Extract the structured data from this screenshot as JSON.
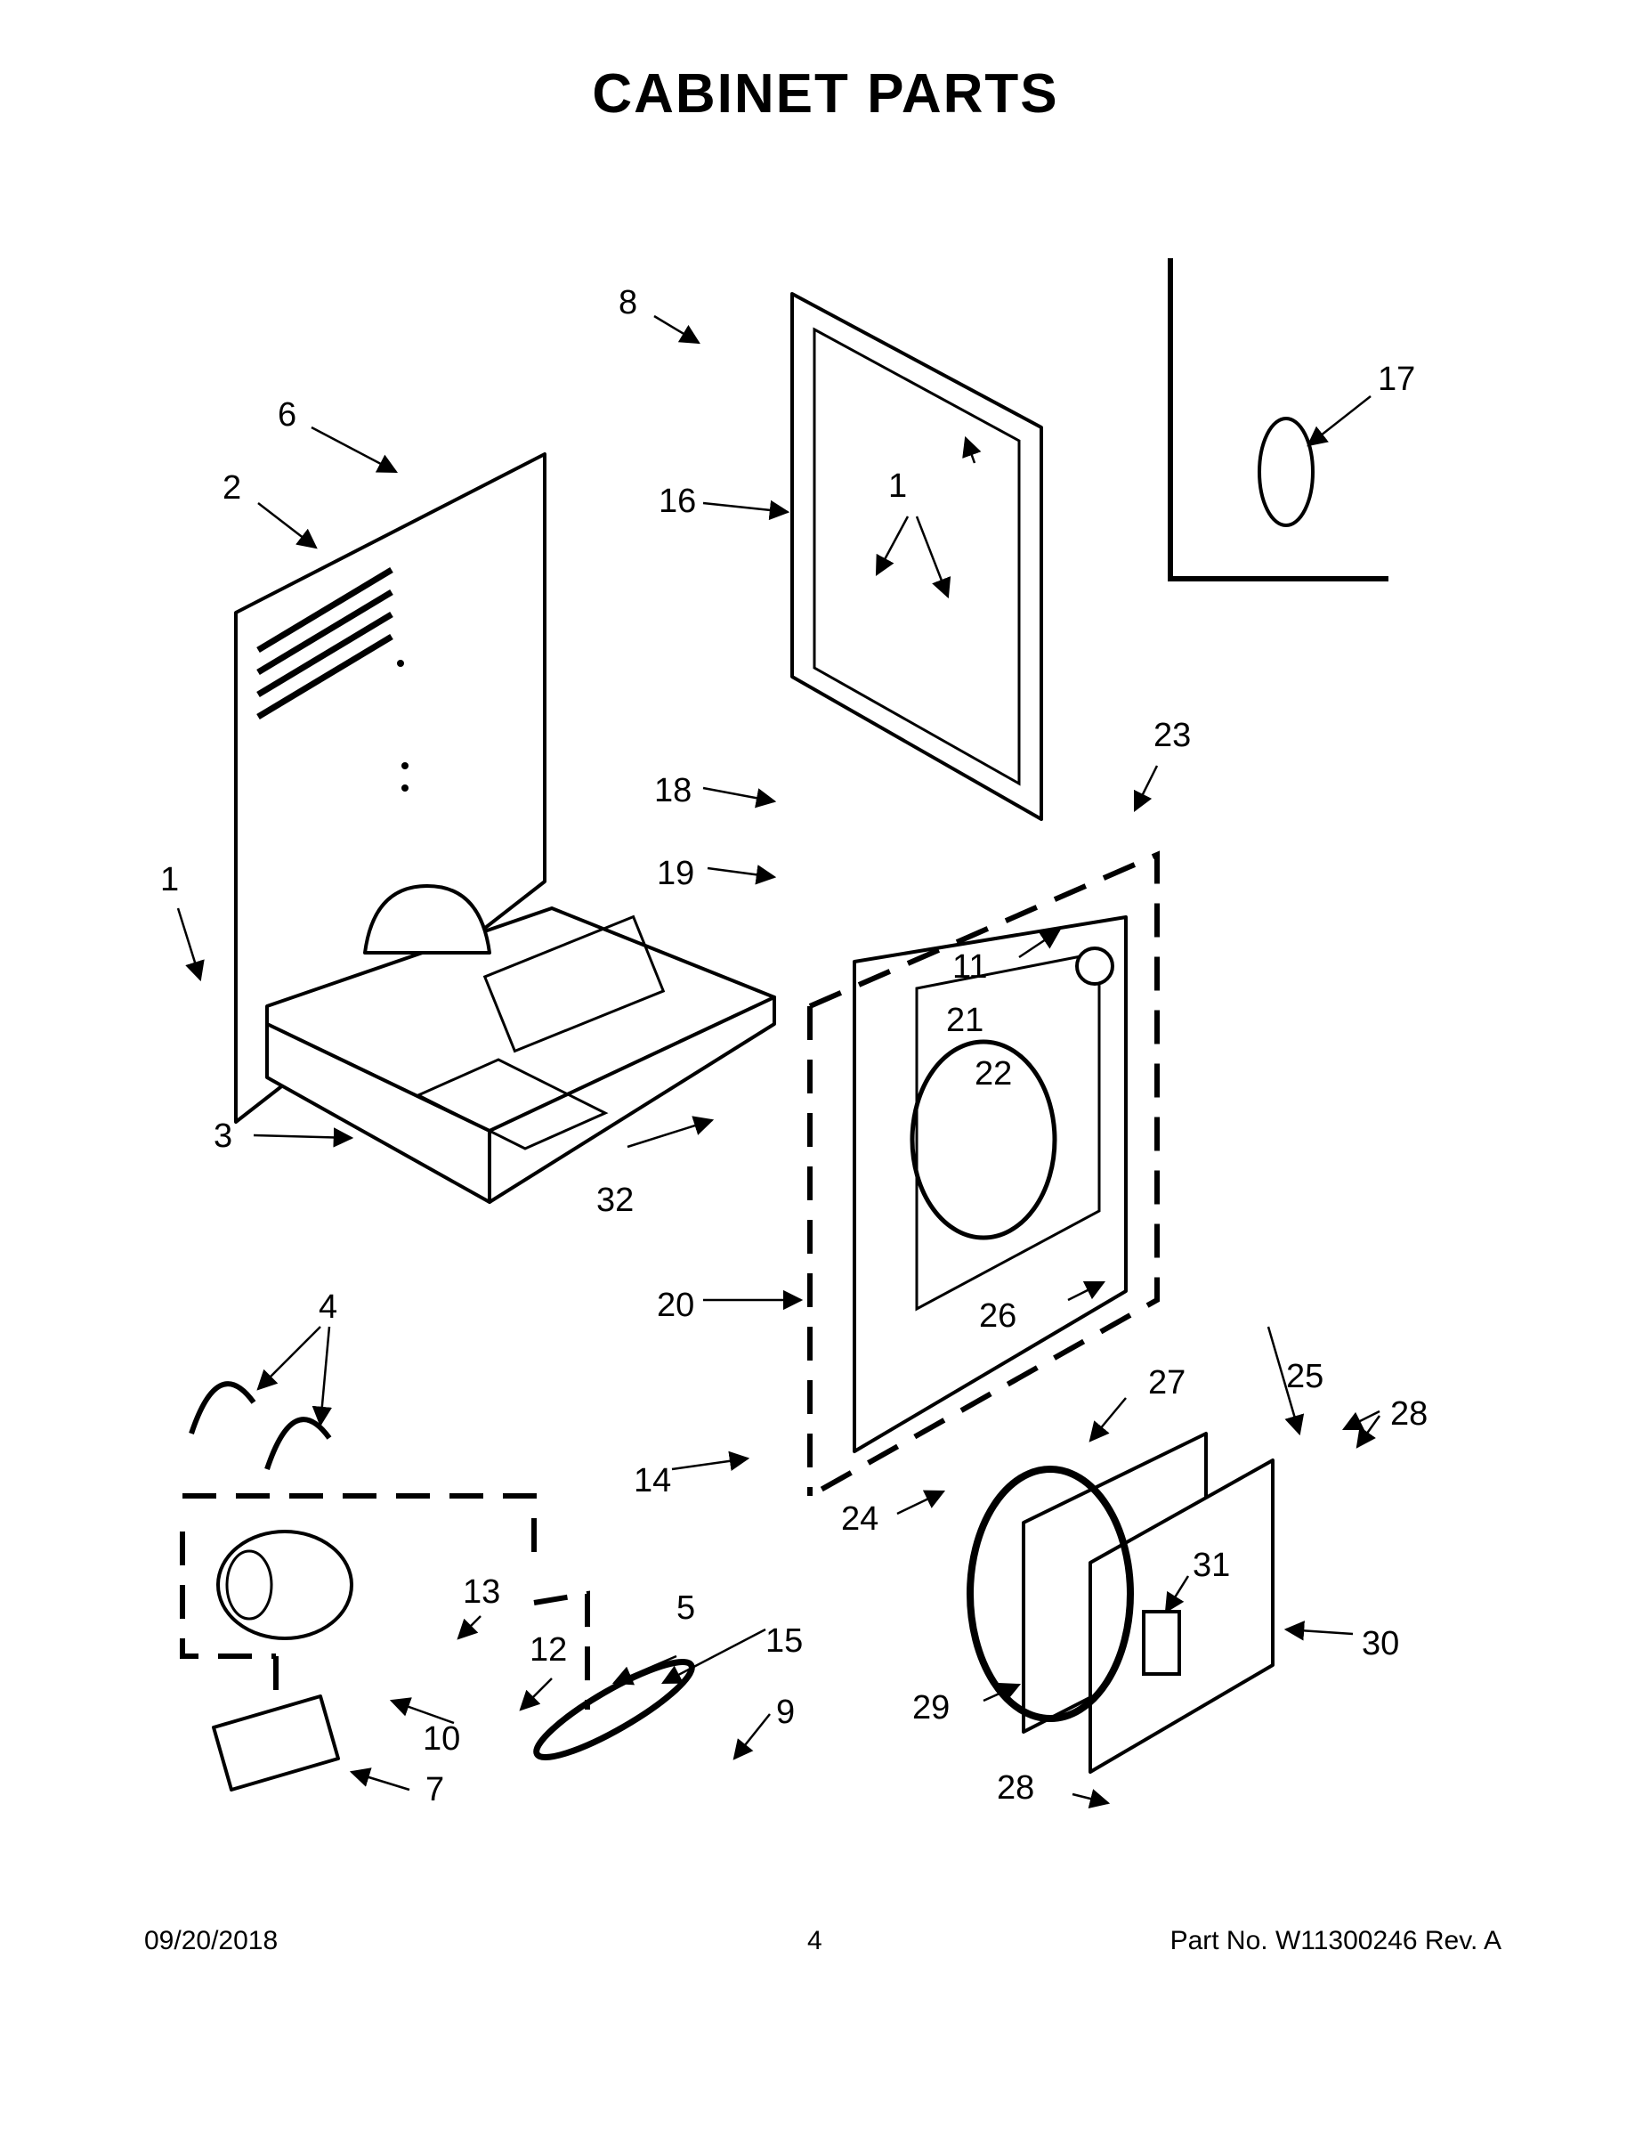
{
  "title": "CABINET PARTS",
  "callouts": [
    "1",
    "2",
    "3",
    "4",
    "5",
    "6",
    "7",
    "8",
    "9",
    "10",
    "11",
    "12",
    "13",
    "14",
    "15",
    "16",
    "17",
    "18",
    "19",
    "20",
    "21",
    "22",
    "23",
    "24",
    "25",
    "26",
    "27",
    "28",
    "29",
    "30",
    "31",
    "32"
  ],
  "footer": {
    "date": "09/20/2018",
    "page": "4",
    "part": "Part No.  W11300246  Rev.  A"
  }
}
